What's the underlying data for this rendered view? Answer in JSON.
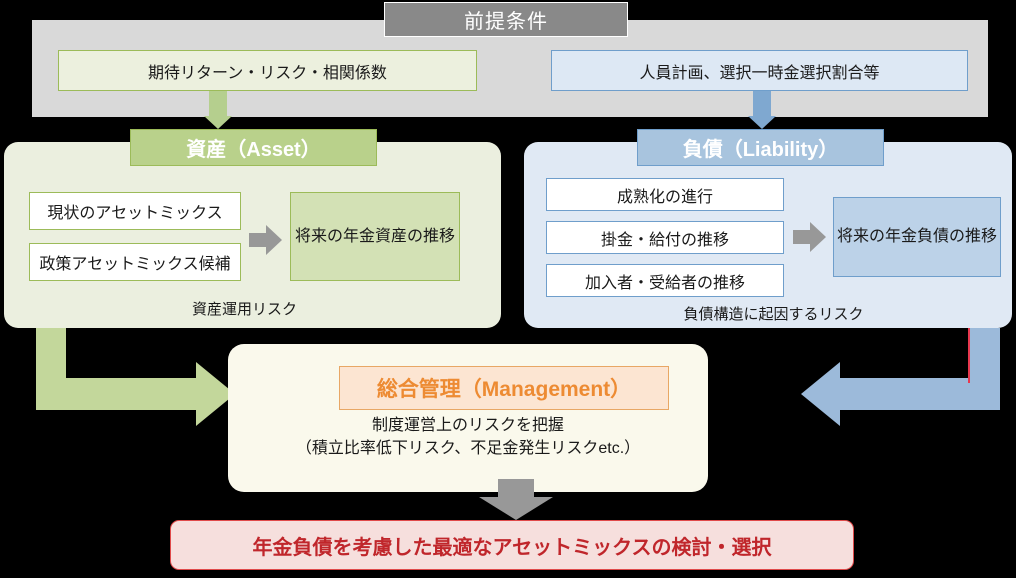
{
  "assumptions": {
    "title": "前提条件",
    "left_box": "期待リターン・リスク・相関係数",
    "right_box": "人員計画、選択一時金選択割合等"
  },
  "asset": {
    "title": "資産（Asset）",
    "items": [
      "現状のアセットミックス",
      "政策アセットミックス候補"
    ],
    "result": "将来の年金資産の推移",
    "risk_label": "資産運用リスク"
  },
  "liability": {
    "title": "負債（Liability）",
    "items": [
      "成熟化の進行",
      "掛金・給付の推移",
      "加入者・受給者の推移"
    ],
    "result": "将来の年金負債の推移",
    "risk_label": "負債構造に起因するリスク"
  },
  "management": {
    "title": "総合管理（Management）",
    "desc_line1": "制度運営上のリスクを把握",
    "desc_line2": "（積立比率低下リスク、不足金発生リスクetc.）"
  },
  "conclusion": {
    "text": "年金負債を考慮した最適なアセットミックスの検討・選択"
  },
  "colors": {
    "assumption_panel": "#d9d9d9",
    "assumption_title_bg": "#898989",
    "green_accent": "#9cbb59",
    "green_panel": "#ebefdf",
    "green_title_bg": "#b9d18b",
    "green_arrow": "#b5cf8e",
    "blue_accent": "#6f9ecb",
    "blue_panel": "#e0e9f4",
    "blue_title_bg": "#a8c4de",
    "blue_arrow": "#93b5d8",
    "orange_accent": "#ed8b33",
    "orange_box_bg": "#fce5d2",
    "mgmt_panel": "#faf9ec",
    "red_accent": "#c0262b",
    "red_box_bg": "#f6dfdd",
    "gray_arrow": "#989898"
  }
}
